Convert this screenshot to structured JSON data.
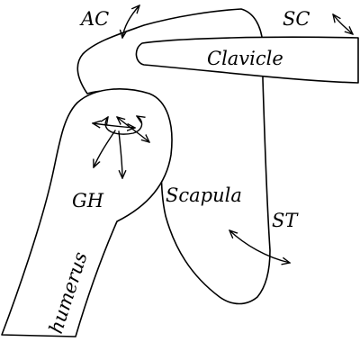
{
  "labels": {
    "ac": "AC",
    "sc": "SC",
    "clavicle": "Clavicle",
    "gh": "GH",
    "scapula": "Scapula",
    "st": "ST",
    "humerus": "humerus"
  }
}
